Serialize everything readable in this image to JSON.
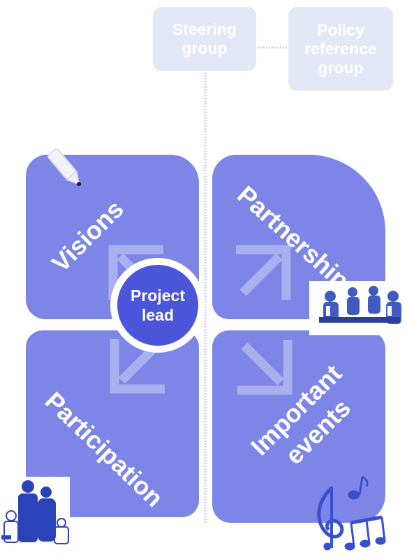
{
  "top_boxes": {
    "steering": [
      "Steering",
      "group"
    ],
    "policy": [
      "Policy",
      "reference",
      "group"
    ]
  },
  "quadrants": {
    "top_left": "Visions",
    "top_right": "Partnership",
    "bottom_left": "Participation",
    "bottom_right": [
      "Important",
      "events"
    ]
  },
  "center": [
    "Project",
    "lead"
  ],
  "colors": {
    "quadrant": "#7d86e6",
    "center": "#4a55d9",
    "faded_box": "#e3e8f6",
    "arrow": "#a9b0f0"
  },
  "icons": [
    "pen-icon",
    "meeting-people-icon",
    "family-people-icon",
    "music-notes-icon"
  ]
}
